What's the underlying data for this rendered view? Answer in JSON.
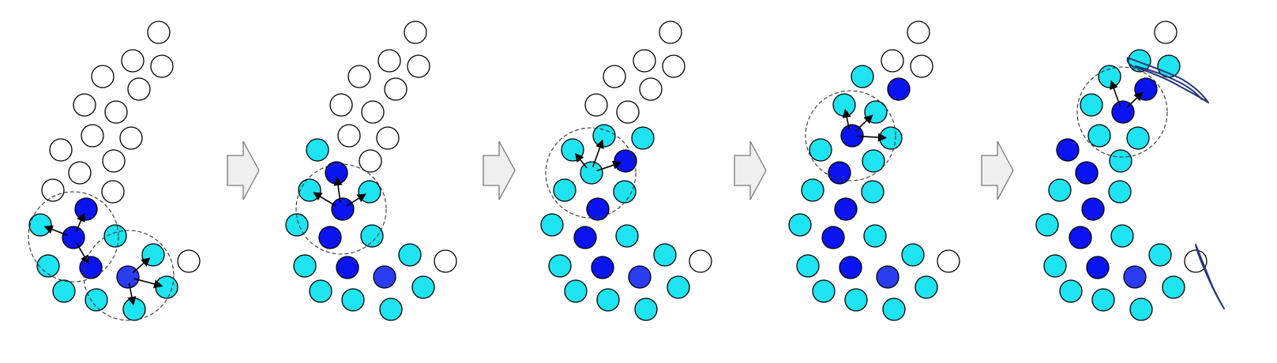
{
  "colors": {
    "unvisited": "#ffffff",
    "visited": "#1ee3f0",
    "frontier": "#0a14f0",
    "secondary_seed": "#2a3df0",
    "outline": "#000000",
    "neighborhood": "#333333",
    "step_arrow_fill": "#efefef",
    "step_arrow_stroke": "#7a7a7a",
    "scribble": "#25357a"
  },
  "panels": [
    {
      "stage": 1,
      "neighborhoods": 2,
      "expansion_arrows": 6
    },
    {
      "stage": 2,
      "neighborhoods": 1,
      "expansion_arrows": 3
    },
    {
      "stage": 3,
      "neighborhoods": 1,
      "expansion_arrows": 3
    },
    {
      "stage": 4,
      "neighborhoods": 1,
      "expansion_arrows": 3
    },
    {
      "stage": 5,
      "neighborhoods": 1,
      "expansion_arrows": 2
    }
  ],
  "transitions": 4,
  "icons": {
    "transition": "right-arrow-icon"
  }
}
